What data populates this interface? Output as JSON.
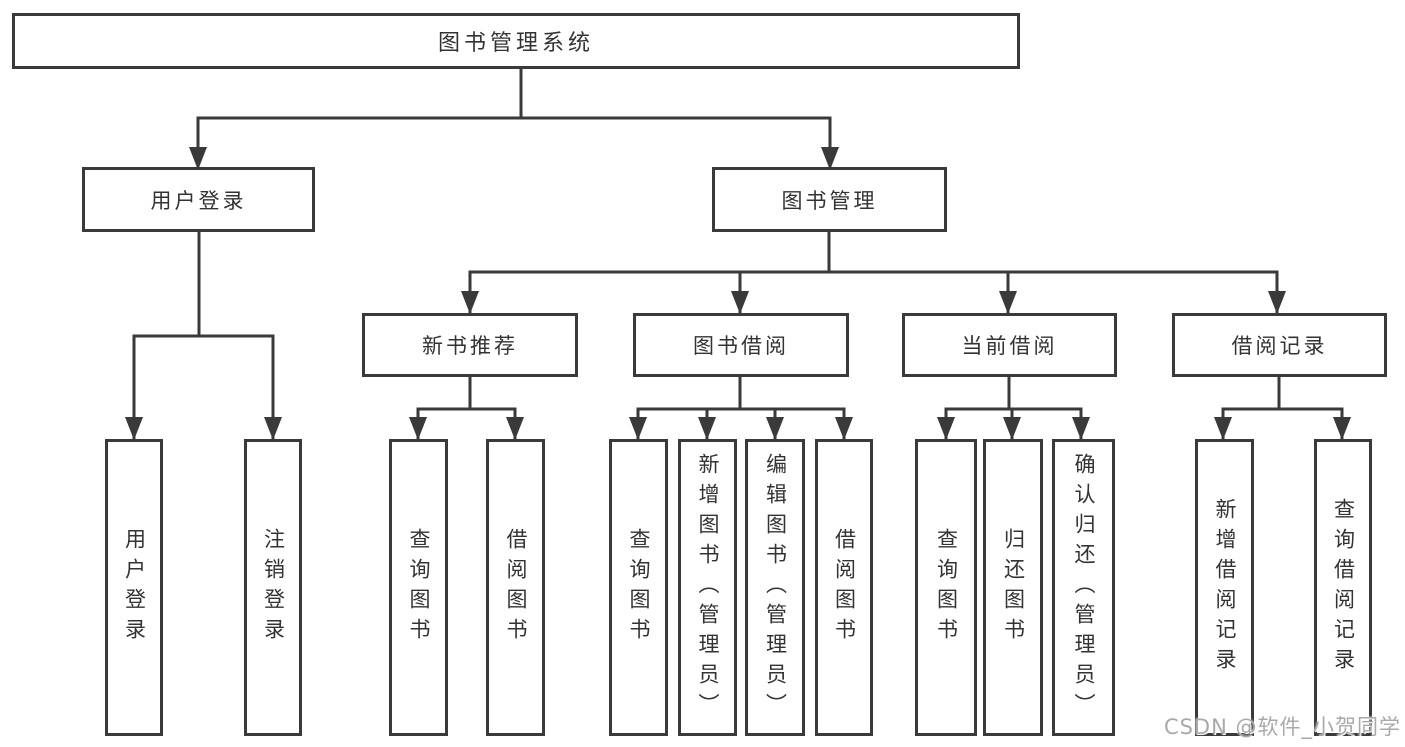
{
  "tree": {
    "label": "图书管理系统",
    "children": [
      {
        "label": "用户登录",
        "children": [
          {
            "label": "用户登录"
          },
          {
            "label": "注销登录"
          }
        ]
      },
      {
        "label": "图书管理",
        "children": [
          {
            "label": "新书推荐",
            "children": [
              {
                "label": "查询图书"
              },
              {
                "label": "借阅图书"
              }
            ]
          },
          {
            "label": "图书借阅",
            "children": [
              {
                "label": "查询图书"
              },
              {
                "label": "新增图书（管理员）"
              },
              {
                "label": "编辑图书（管理员）"
              },
              {
                "label": "借阅图书"
              }
            ]
          },
          {
            "label": "当前借阅",
            "children": [
              {
                "label": "查询图书"
              },
              {
                "label": "归还图书"
              },
              {
                "label": "确认归还（管理员）"
              }
            ]
          },
          {
            "label": "借阅记录",
            "children": [
              {
                "label": "新增借阅记录"
              },
              {
                "label": "查询借阅记录"
              }
            ]
          }
        ]
      }
    ]
  },
  "watermark": {
    "text": "CSDN @软件_小贺同学"
  },
  "colors": {
    "line": "#3a3a3a",
    "text": "#333333",
    "watermark": "#a9a9a9",
    "background": "#ffffff"
  }
}
